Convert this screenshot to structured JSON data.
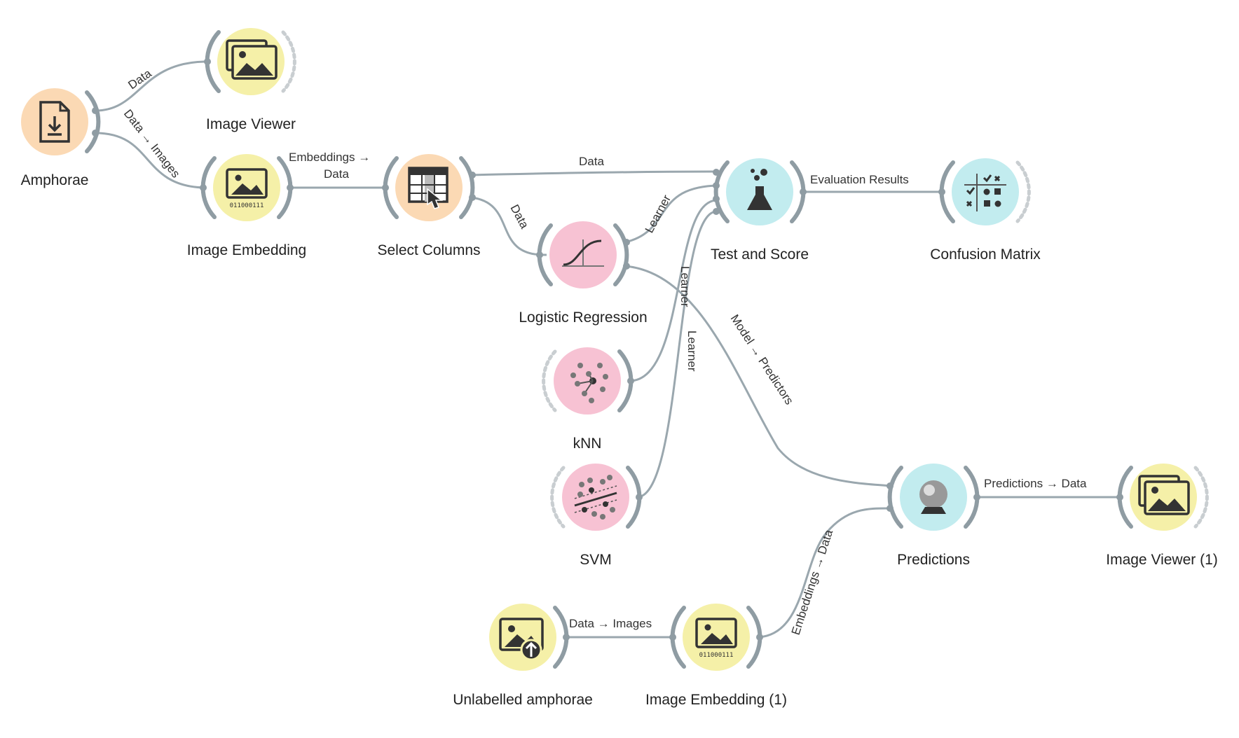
{
  "colors": {
    "data_widget": "#fbd9b4",
    "image_widget": "#f5f0a8",
    "model_widget": "#f7c2d3",
    "eval_widget": "#c2ecef",
    "wire": "#9aa7ae",
    "channel": "#8f9ca3"
  },
  "nodes": {
    "amphorae": {
      "label": "Amphorae",
      "icon": "file-download-icon"
    },
    "image_viewer": {
      "label": "Image Viewer",
      "icon": "image-stack-icon"
    },
    "image_embedding": {
      "label": "Image Embedding",
      "icon": "image-binary-icon"
    },
    "select_columns": {
      "label": "Select Columns",
      "icon": "table-pointer-icon"
    },
    "logistic_regression": {
      "label": "Logistic Regression",
      "icon": "sigmoid-curve-icon"
    },
    "test_and_score": {
      "label": "Test and Score",
      "icon": "flask-icon"
    },
    "confusion_matrix": {
      "label": "Confusion Matrix",
      "icon": "matrix-grid-icon"
    },
    "knn": {
      "label": "kNN",
      "icon": "neighbors-icon"
    },
    "svm": {
      "label": "SVM",
      "icon": "separator-icon"
    },
    "predictions": {
      "label": "Predictions",
      "icon": "crystal-ball-icon"
    },
    "image_viewer_1": {
      "label": "Image Viewer (1)",
      "icon": "image-stack-icon"
    },
    "unlabelled_amphorae": {
      "label": "Unlabelled amphorae",
      "icon": "image-upload-icon"
    },
    "image_embedding_1": {
      "label": "Image Embedding (1)",
      "icon": "image-binary-icon"
    }
  },
  "links": {
    "amph_viewer": "Data",
    "amph_embed": "Data → Images",
    "embed_select_1": "Embeddings →",
    "embed_select_2": "Data",
    "select_test": "Data",
    "select_logreg": "Data",
    "logreg_test": "Learner",
    "test_confusion": "Evaluation Results",
    "knn_test": "Learner",
    "svm_test": "Learner",
    "logreg_pred": "Model → Predictors",
    "pred_viewer": "Predictions → Data",
    "unlab_embed": "Data → Images",
    "embed1_pred": "Embeddings → Data"
  },
  "binary_text": "011000111"
}
